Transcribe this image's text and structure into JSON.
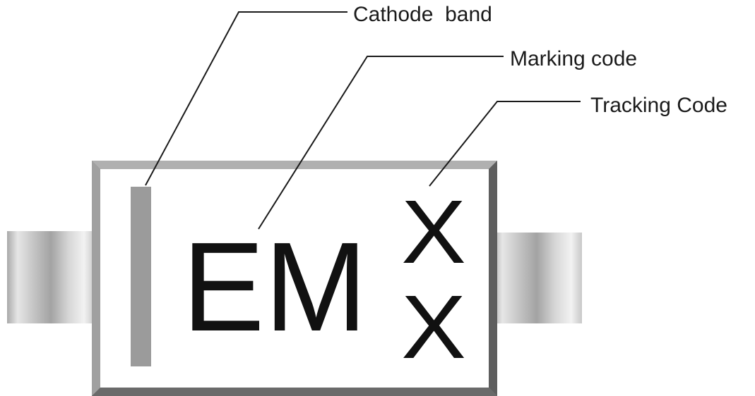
{
  "callouts": {
    "cathode_band": "Cathode  band",
    "marking_code": "Marking code",
    "tracking_code": "Tracking Code"
  },
  "package_marking": {
    "code": "EM",
    "tracking_top": "X",
    "tracking_bottom": "X"
  },
  "colors": {
    "body_outline": "#6e6e6e",
    "body_outline_light": "#b4b4b4",
    "cathode_band": "#999999",
    "lead_light": "#f0f0f0",
    "lead_dark": "#a8a8a8",
    "text": "#111111"
  }
}
